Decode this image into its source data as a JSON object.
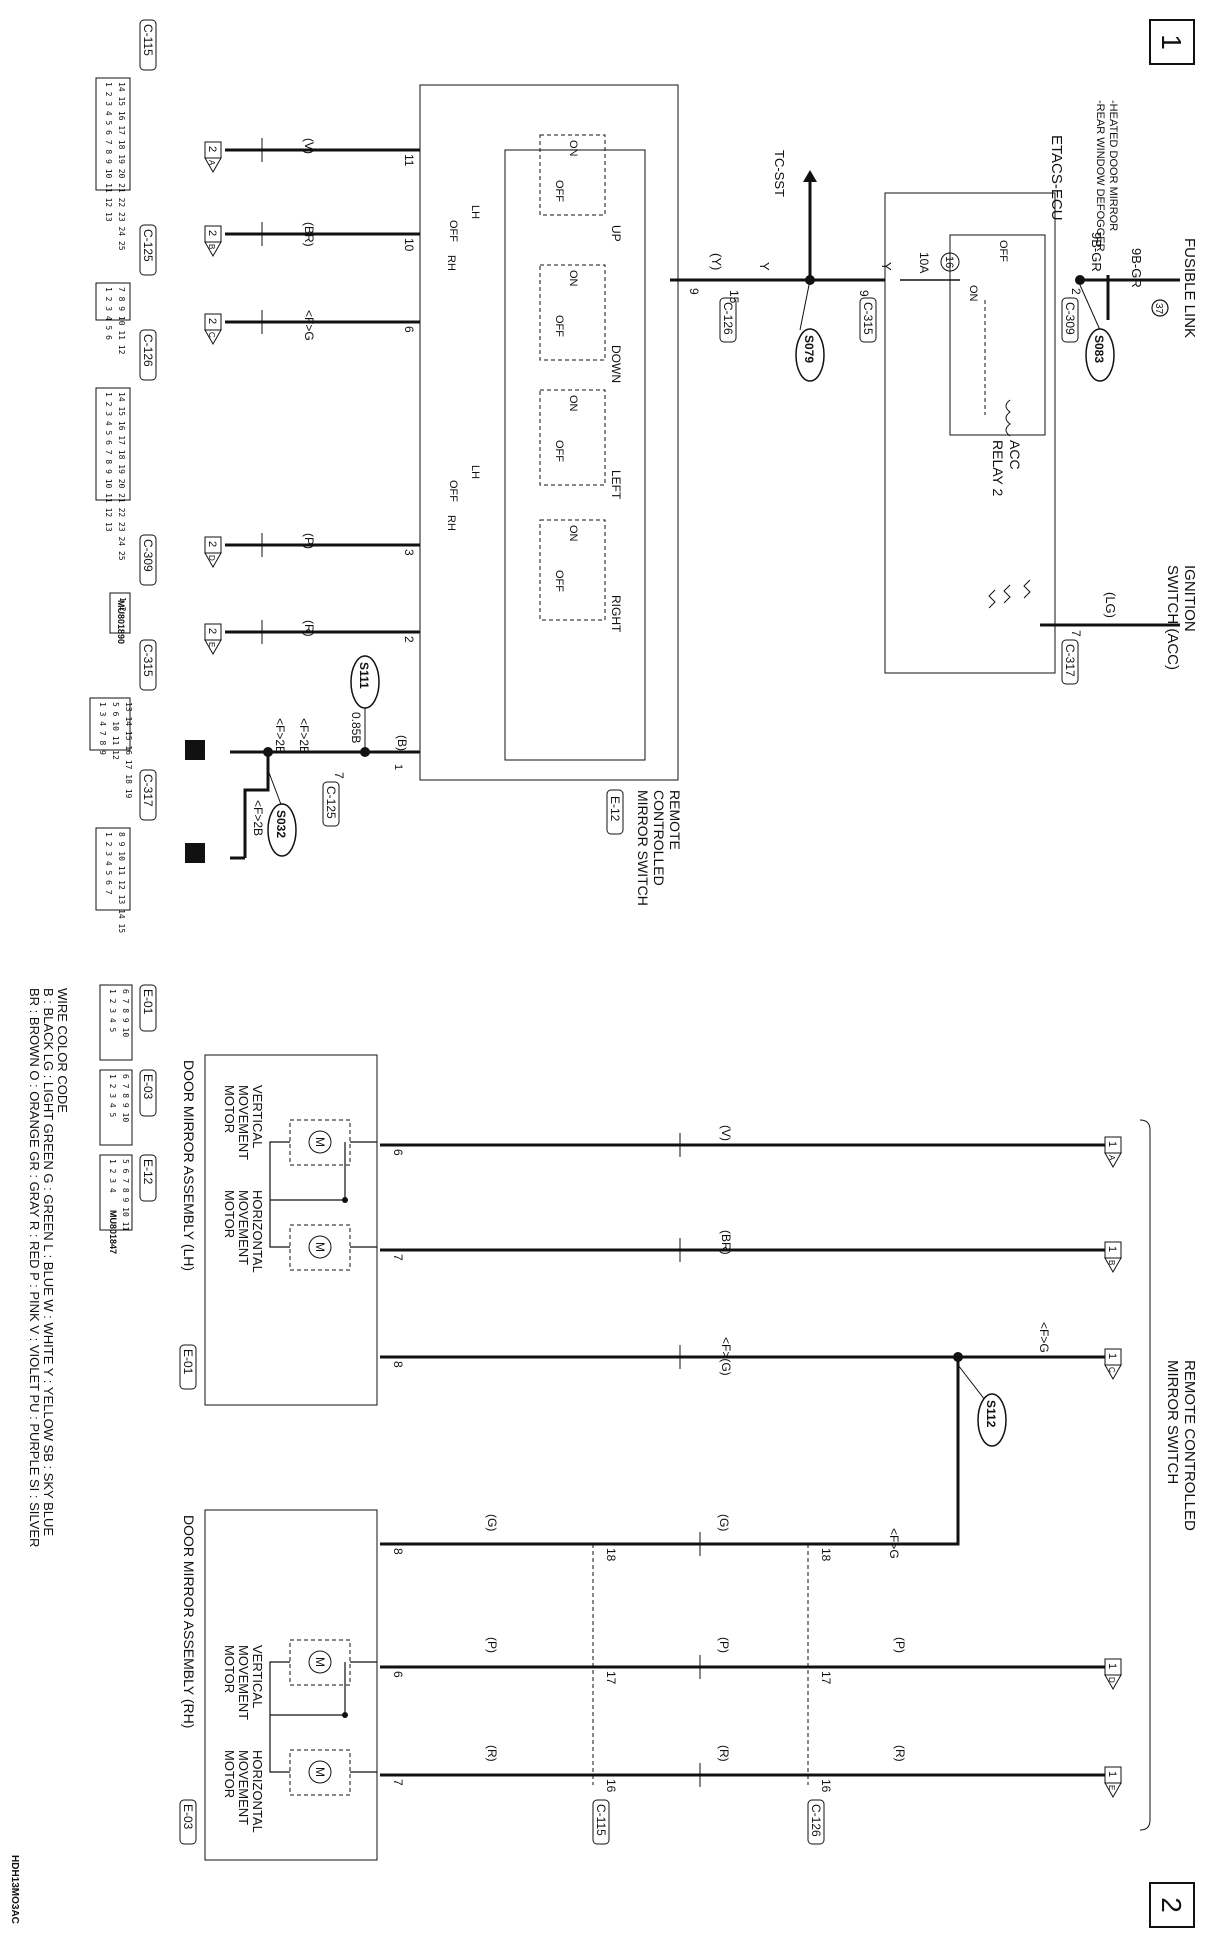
{
  "page": {
    "number_top": "1",
    "number_bottom": "2",
    "figure_code": "HDH13MO3AC"
  },
  "top_section": {
    "fusible_link": "FUSIBLE LINK",
    "fusible_num": "37",
    "fuse_wire_top": "9B-GR",
    "fuse_wire_left": "9B-GR",
    "splice_s083": "S083",
    "splice_s079": "S079",
    "splice_s111": "S111",
    "splice_s032": "S032",
    "etacs_ecu": "ETACS-ECU",
    "etacs_outputs": [
      "-HEATED DOOR MIRROR",
      "-REAR WINDOW DEFOGGER"
    ],
    "fuse_number": "16",
    "fuse_rating": "10A",
    "relay_off": "OFF",
    "relay_on": "ON",
    "relay_label": [
      "ACC",
      "RELAY 2"
    ],
    "ignition_switch": [
      "IGNITION",
      "SWITCH (ACC)"
    ],
    "ignition_color": "(LG)",
    "pin_c317": "7",
    "conn_c317": "C-317",
    "pin_c309": "2",
    "conn_c309": "C-309",
    "pin_c315": "9",
    "conn_c315": "C-315",
    "pin_c126": "15",
    "conn_c126": "C-126",
    "wire_y1": "Y",
    "wire_y2": "Y",
    "wire_y3": "(Y)",
    "pin_9": "9",
    "tc_sst": "TC-SST",
    "switch_title": [
      "REMOTE",
      "CONTROLLED",
      "MIRROR SWITCH"
    ],
    "switch_conn": "E-12",
    "switch_labels": [
      "UP",
      "DOWN",
      "LEFT",
      "RIGHT"
    ],
    "sel_lh": "LH",
    "sel_off": "OFF",
    "sel_rh": "RH",
    "sw_on": "ON",
    "sw_off": "OFF",
    "pins": [
      "11",
      "10",
      "6",
      "3",
      "2",
      "1"
    ],
    "wire_colors": [
      "(V)",
      "(BR)",
      "<F>G",
      "(P)",
      "(R)",
      "(B)"
    ],
    "offpage_refs": [
      "A",
      "B",
      "C",
      "D",
      "E"
    ],
    "page_ref_num": "2",
    "ground_wire_085b": "0.85B",
    "ground_wire_f2b_a": "<F>2B",
    "ground_wire_f2b_b": "<F>2B",
    "ground_wire_f2b_c": "<F>2B",
    "ground_pin": "7",
    "ground_conn": "C-125",
    "ground_5": "5",
    "ground_14": "14",
    "conn_names": [
      "C-115",
      "C-125",
      "C-126",
      "C-309",
      "C-315",
      "C-317"
    ],
    "mu_code_1": "MU801890",
    "conn_c115_rows": [
      "1 2 3 4 5 6 7 8 9 10 11 12 13",
      "14 15 16 17 18 19 20 21 22 23 24 25"
    ],
    "conn_c125_rows": [
      "1 2 3 4 5 6",
      "7 8 9 10 11 12"
    ],
    "conn_c126_rows": [
      "1 2 3 4 5 6 7 8 9 10 11 12 13",
      "14 15 16 17 18 19 20 21 22 23 24 25"
    ],
    "conn_c309_rows": [
      "1 2"
    ],
    "conn_c315_rows": [
      "1 3 4 7 8 9",
      "5 6 10 11 12",
      "13 14 15 16 17 18 19"
    ],
    "conn_c317_rows": [
      "1 2 3 4 5 6 7",
      "8 9 10 11 12 13 14 15"
    ]
  },
  "bottom_section": {
    "switch_title": [
      "REMOTE CONTROLLED",
      "MIRROR SWITCH"
    ],
    "offpage_refs": [
      "A",
      "B",
      "C",
      "D",
      "E"
    ],
    "page_ref_num": "1",
    "wire_v": "(V)",
    "wire_br": "(BR)",
    "wire_fg_small": "<F>G",
    "wire_fg_paren": "<F>(G)",
    "wire_fg_2": "<F>G",
    "splice_s112": "S112",
    "wire_g1": "(G)",
    "wire_g2": "(G)",
    "wire_p1": "(P)",
    "wire_p2": "(P)",
    "wire_p3": "(P)",
    "wire_r1": "(R)",
    "wire_r2": "(R)",
    "wire_r3": "(R)",
    "wire_g3": "(G)",
    "c126_pins": [
      "18",
      "17",
      "16"
    ],
    "c126_conn": "C-126",
    "c115_pins": [
      "18",
      "17",
      "16"
    ],
    "c115_conn": "C-115",
    "lh_pins": [
      "6",
      "7",
      "8"
    ],
    "rh_pins": [
      "8",
      "6",
      "7"
    ],
    "lh_title": "DOOR MIRROR ASSEMBLY (LH)",
    "lh_conn": "E-01",
    "rh_title": "DOOR MIRROR ASSEMBLY (RH)",
    "rh_conn": "E-03",
    "motor_vertical": [
      "VERTICAL",
      "MOVEMENT",
      "MOTOR"
    ],
    "motor_horizontal": [
      "HORIZONTAL",
      "MOVEMENT",
      "MOTOR"
    ],
    "motor_symbol": "M",
    "conn_names": [
      "E-01",
      "E-03",
      "E-12"
    ],
    "mu_code_2": "MU801847",
    "conn_e01_rows": [
      "1 2 3 4 5",
      "6 7 8 9 10"
    ],
    "conn_e03_rows": [
      "1 2 3 4 5",
      "6 7 8 9 10"
    ],
    "conn_e12_rows": [
      "1 2 3 4",
      "5 6 7 8 9 10 11"
    ],
    "legend_title": "WIRE COLOR CODE",
    "legend_lines": [
      "B : BLACK   LG : LIGHT GREEN   G : GREEN   L : BLUE   W : WHITE   Y : YELLOW   SB : SKY BLUE",
      "BR : BROWN   O : ORANGE   GR : GRAY   R : RED   P : PINK   V : VIOLET   PU : PURPLE   SI : SILVER"
    ]
  }
}
